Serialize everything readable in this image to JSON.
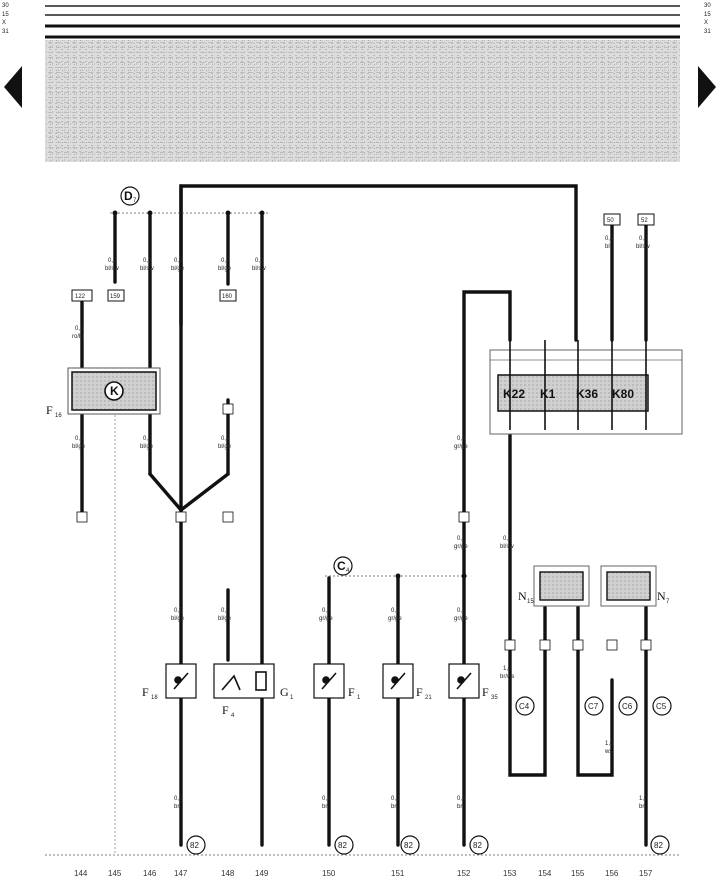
{
  "header": {
    "line_labels_left": [
      "30",
      "15",
      "X",
      "31"
    ],
    "line_labels_right": [
      "30",
      "15",
      "X",
      "31"
    ]
  },
  "navigation": {
    "prev": "left-arrow-icon",
    "next": "right-arrow-icon"
  },
  "diagram": {
    "connector_D": "D",
    "connector_D_sub": "7",
    "connector_C": "C",
    "connector_C_sub": "4",
    "ref_boxes": [
      "122",
      "159",
      "160",
      "50",
      "52"
    ],
    "relay_module_K": "K",
    "indicator_labels": [
      "K22",
      "K1",
      "K36",
      "K80"
    ],
    "components": [
      {
        "label": "F",
        "sub": "18"
      },
      {
        "label": "F",
        "sub": "16"
      },
      {
        "label": "F",
        "sub": "4"
      },
      {
        "label": "G",
        "sub": "1"
      },
      {
        "label": "F",
        "sub": "1"
      },
      {
        "label": "F",
        "sub": "21"
      },
      {
        "label": "F",
        "sub": "35"
      },
      {
        "label": "N",
        "sub": "15"
      },
      {
        "label": "N",
        "sub": "7"
      }
    ],
    "c_connectors": [
      "C4",
      "C7",
      "C6",
      "C5"
    ],
    "ground_labels": [
      "82",
      "82",
      "82",
      "82",
      "82"
    ],
    "wire_labels": {
      "gauge": "0,5",
      "gauge_big": "1,0",
      "color_blge": "bl/ge",
      "color_blsw": "bl/sw",
      "color_grge": "gr/ge",
      "color_br": "br",
      "color_brws": "br/ws",
      "color_rtgn": "ro/bl",
      "color_bl": "bl",
      "color_ws": "ws"
    }
  },
  "footer": {
    "columns": [
      "144",
      "145",
      "146",
      "147",
      "148",
      "149",
      "150",
      "151",
      "152",
      "153",
      "154",
      "155",
      "156",
      "157"
    ]
  }
}
